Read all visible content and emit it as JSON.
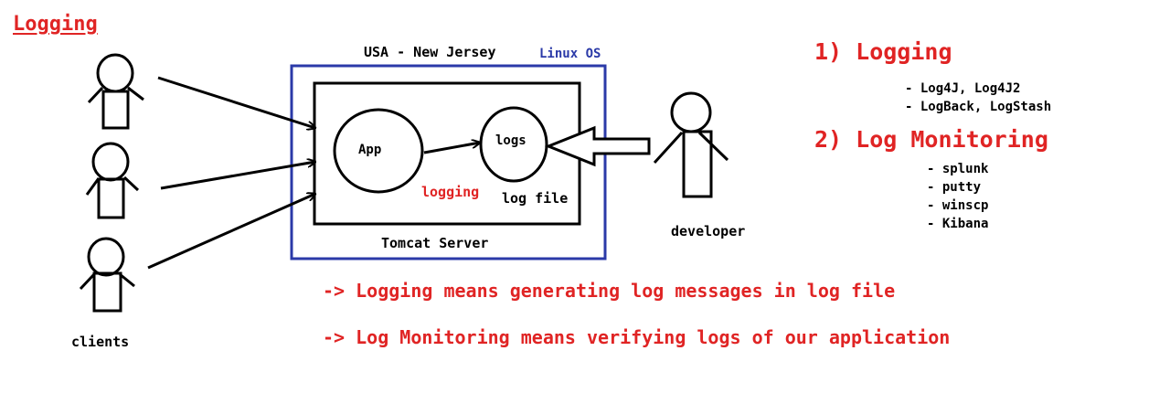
{
  "title": "Logging",
  "location_label": "USA - New Jersey",
  "os_label": "Linux OS",
  "server_label": "Tomcat Server",
  "app_label": "App",
  "logs_label": "logs",
  "logging_label": "logging",
  "logfile_label": "log file",
  "developer_label": "developer",
  "clients_label": "clients",
  "sections": [
    {
      "heading": "1) Logging",
      "items": [
        "- Log4J, Log4J2",
        "- LogBack, LogStash"
      ]
    },
    {
      "heading": "2) Log Monitoring",
      "items": [
        "- splunk",
        "- putty",
        "- winscp",
        "- Kibana"
      ]
    }
  ],
  "notes": [
    "-> Logging means generating log messages in log file",
    "-> Log Monitoring means verifying logs of our application"
  ],
  "colors": {
    "ink": "#000000",
    "red": "#e02424",
    "blue": "#2b3aa8",
    "background": "#ffffff"
  },
  "icons": {
    "client": "stick-figure-icon",
    "developer": "stick-figure-icon",
    "request": "arrow-icon",
    "inspect": "hollow-arrow-icon"
  }
}
